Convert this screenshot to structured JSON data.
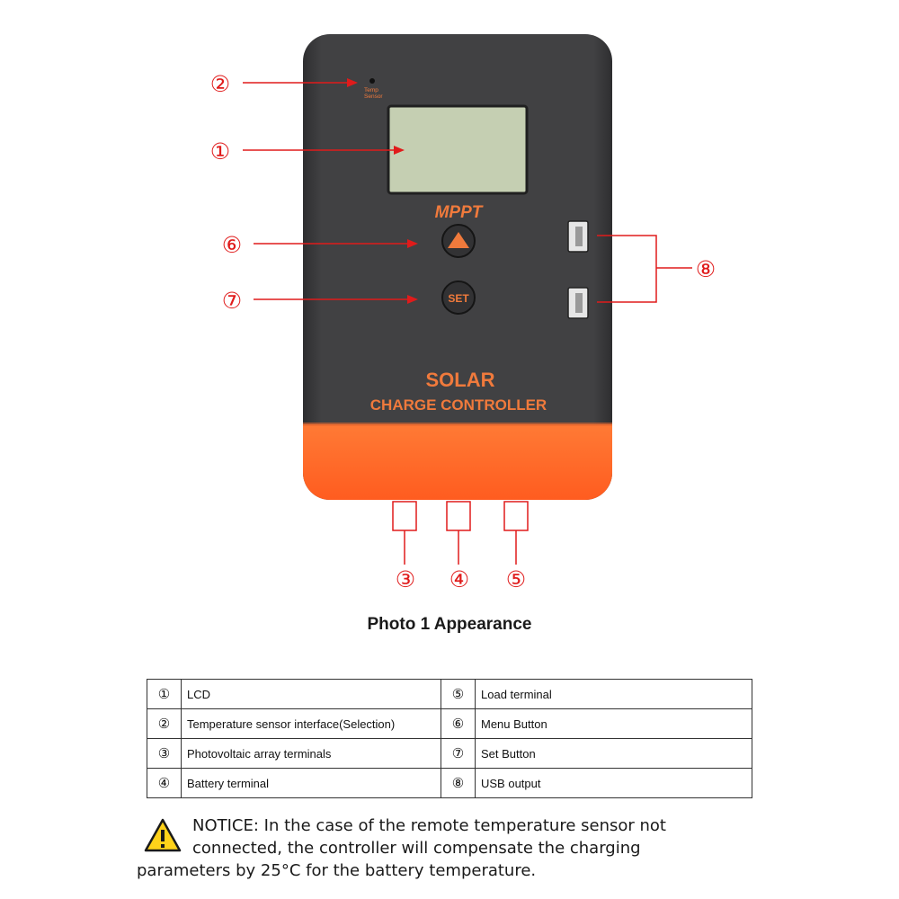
{
  "device": {
    "temp_sensor_label_1": "Temp",
    "temp_sensor_label_2": "Sensor",
    "mppt_label": "MPPT",
    "set_button_label": "SET",
    "brand_title": "SOLAR",
    "brand_subtitle": "CHARGE CONTROLLER"
  },
  "callouts": [
    "①",
    "②",
    "③",
    "④",
    "⑤",
    "⑥",
    "⑦",
    "⑧"
  ],
  "caption": "Photo 1 Appearance",
  "legend": {
    "rows": [
      {
        "left_num": "①",
        "left_label": "LCD",
        "right_num": "⑤",
        "right_label": "Load terminal"
      },
      {
        "left_num": "②",
        "left_label": "Temperature sensor interface(Selection)",
        "right_num": "⑥",
        "right_label": "Menu Button"
      },
      {
        "left_num": "③",
        "left_label": "Photovoltaic array terminals",
        "right_num": "⑦",
        "right_label": "Set Button"
      },
      {
        "left_num": "④",
        "left_label": "Battery terminal",
        "right_num": "⑧",
        "right_label": "USB output"
      }
    ]
  },
  "notice": {
    "line1": "NOTICE: In the case of the remote temperature sensor not",
    "line2": "connected, the controller will compensate the charging",
    "line3": "parameters by 25°C for the battery temperature."
  },
  "colors": {
    "body_dark": "#3b3b3d",
    "body_orange": "#ff6a2a",
    "text_orange": "#f07a3c",
    "callout_red": "#e01b1b",
    "lcd_green": "#c5cfb2"
  }
}
